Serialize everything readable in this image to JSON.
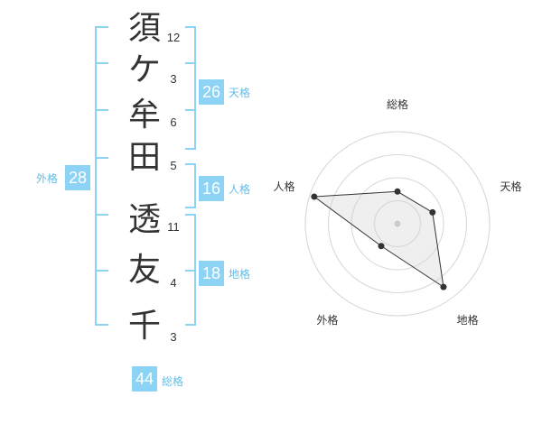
{
  "name": {
    "characters": [
      "須",
      "ケ",
      "牟",
      "田",
      "透",
      "友",
      "千"
    ],
    "strokes": [
      "12",
      "3",
      "6",
      "5",
      "11",
      "4",
      "3"
    ]
  },
  "kakusu": {
    "tenkaku": {
      "value": "26",
      "label": "天格"
    },
    "jinkaku": {
      "value": "16",
      "label": "人格"
    },
    "chikaku": {
      "value": "18",
      "label": "地格"
    },
    "gaikaku": {
      "value": "28",
      "label": "外格"
    },
    "soukaku": {
      "value": "44",
      "label": "総格"
    }
  },
  "colors": {
    "accent": "#8cd3f5",
    "accent_text": "#62bde8",
    "bracket": "#8cd3f5",
    "text": "#333333"
  },
  "chart_data": {
    "type": "radar",
    "axes": [
      "総格",
      "天格",
      "地格",
      "外格",
      "人格"
    ],
    "values": [
      0.35,
      0.4,
      0.85,
      0.3,
      0.95
    ],
    "scale_max": 1,
    "rings": 4
  }
}
